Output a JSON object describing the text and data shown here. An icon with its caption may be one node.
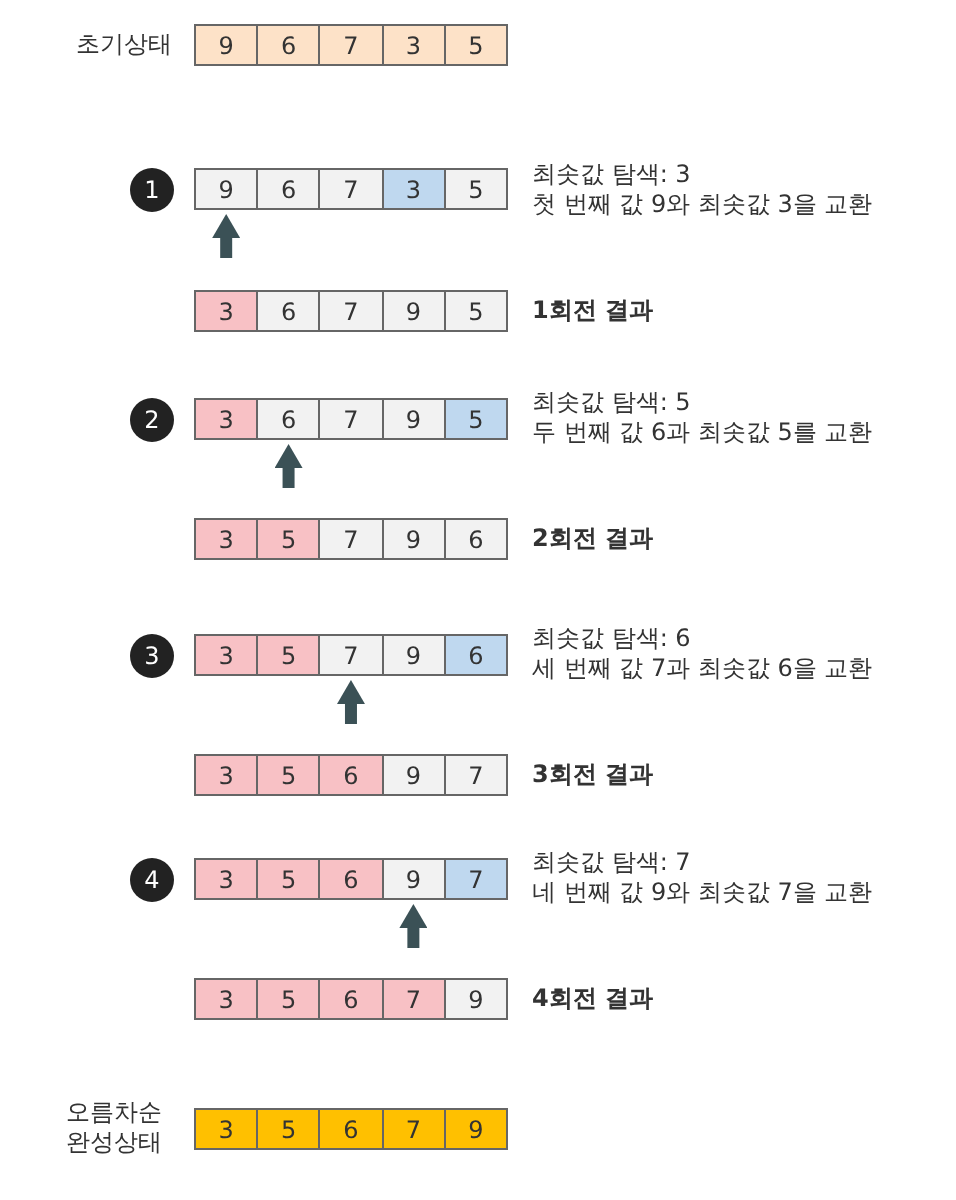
{
  "diagram": {
    "nodes": [
      {
        "text": [
          "9"
        ]
      },
      {
        "text": [
          "6"
        ]
      },
      {
        "text": [
          "7"
        ]
      },
      {
        "text": [
          "3"
        ]
      },
      {
        "text": [
          "5"
        ]
      },
      {
        "text": [
          "1"
        ]
      },
      {
        "text": [
          "9"
        ]
      },
      {
        "text": [
          "6"
        ]
      },
      {
        "text": [
          "7"
        ]
      },
      {
        "text": [
          "3"
        ]
      },
      {
        "text": [
          "5"
        ]
      },
      {
        "text": [
          "3"
        ]
      },
      {
        "text": [
          "6"
        ]
      },
      {
        "text": [
          "7"
        ]
      },
      {
        "text": [
          "9"
        ]
      },
      {
        "text": [
          "5"
        ]
      },
      {
        "text": [
          "2"
        ]
      },
      {
        "text": [
          "3"
        ]
      },
      {
        "text": [
          "6"
        ]
      },
      {
        "text": [
          "7"
        ]
      },
      {
        "text": [
          "9"
        ]
      },
      {
        "text": [
          "5"
        ]
      },
      {
        "text": [
          "3"
        ]
      },
      {
        "text": [
          "5"
        ]
      },
      {
        "text": [
          "7"
        ]
      },
      {
        "text": [
          "9"
        ]
      },
      {
        "text": [
          "6"
        ]
      },
      {
        "text": [
          "3"
        ]
      },
      {
        "text": [
          "3"
        ]
      },
      {
        "text": [
          "5"
        ]
      },
      {
        "text": [
          "7"
        ]
      },
      {
        "text": [
          "9"
        ]
      },
      {
        "text": [
          "6"
        ]
      },
      {
        "text": [
          "3"
        ]
      },
      {
        "text": [
          "5"
        ]
      },
      {
        "text": [
          "6"
        ]
      },
      {
        "text": [
          "9"
        ]
      },
      {
        "text": [
          "7"
        ]
      },
      {
        "text": [
          "4"
        ]
      },
      {
        "text": [
          "3"
        ]
      },
      {
        "text": [
          "5"
        ]
      },
      {
        "text": [
          "6"
        ]
      },
      {
        "text": [
          "9"
        ]
      },
      {
        "text": [
          "7"
        ]
      },
      {
        "text": [
          "3"
        ]
      },
      {
        "text": [
          "5"
        ]
      },
      {
        "text": [
          "6"
        ]
      },
      {
        "text": [
          "7"
        ]
      },
      {
        "text": [
          "9"
        ]
      },
      {
        "text": [
          "3"
        ]
      },
      {
        "text": [
          "5"
        ]
      },
      {
        "text": [
          "6"
        ]
      },
      {
        "text": [
          "7"
        ]
      },
      {
        "text": [
          "9"
        ]
      }
    ],
    "edges": [
      {
        "from": null,
        "to": 6,
        "arrow": "to"
      },
      {
        "from": null,
        "to": 18,
        "arrow": "to"
      },
      {
        "from": null,
        "to": 30,
        "arrow": "to"
      },
      {
        "from": null,
        "to": 42,
        "arrow": "to"
      }
    ],
    "labels": [
      "초기상태",
      "최솟값 탐색: 3",
      "첫 번째 값 9와 최솟값 3을 교환",
      "1회전 결과",
      "최솟값 탐색: 5",
      "두 번째 값 6과 최솟값 5를 교환",
      "2회전 결과",
      "최솟값 탐색: 6",
      "세 번째 값 7과 최솟값 6을 교환",
      "3회전 결과",
      "최솟값 탐색: 7",
      "네 번째 값 9와 최솟값 7을 교환",
      "4회전 결과",
      "오름차순 완성상태"
    ]
  }
}
